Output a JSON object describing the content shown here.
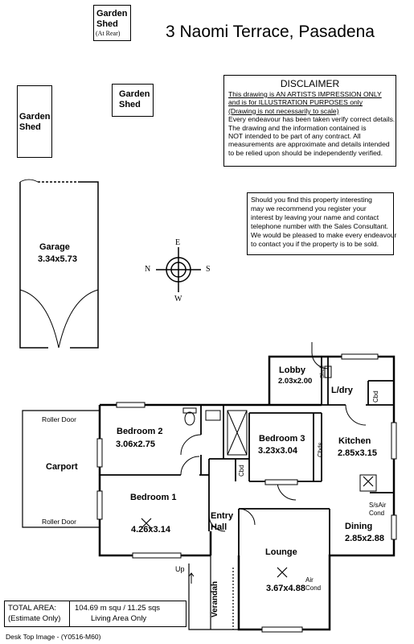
{
  "title": "3 Naomi Terrace, Pasadena",
  "sheds": [
    {
      "line1": "Garden",
      "line2": "Shed",
      "note": "(At Rear)"
    },
    {
      "line1": "Garden",
      "line2": "Shed"
    },
    {
      "line1": "Garden",
      "line2": "Shed"
    }
  ],
  "disclaimer": {
    "heading": "DISCLAIMER",
    "lines": [
      "This drawing is AN ARTISTS IMPRESSION ONLY",
      "and is for ILLUSTRATION PURPOSES only",
      "(Drawing is not necessarily to scale)",
      "Every endeavour has been taken verify correct details.",
      "The drawing and the information contained is",
      "NOT intended to be part of any contract.  All",
      "measurements are approximate and details intended",
      "to be relied upon should be independently verified."
    ]
  },
  "info": {
    "lines": [
      "Should you find this property interesting",
      "may we recommend you register your",
      "interest by leaving your name and contact",
      "telephone number with the Sales Consultant.",
      "We would be pleased to make every endeavour",
      "to contact you if the property is to be sold."
    ]
  },
  "compass": {
    "north": "N",
    "south": "S",
    "east": "E",
    "west": "W"
  },
  "rooms": {
    "garage": {
      "name": "Garage",
      "dims": "3.34x5.73"
    },
    "lobby": {
      "name": "Lobby",
      "dims": "2.03x2.00"
    },
    "ldry": {
      "name": "L/dry"
    },
    "shelf": {
      "name": "Shelf"
    },
    "cbd_ldry": {
      "name": "Cbd"
    },
    "bedroom2": {
      "name": "Bedroom 2",
      "dims": "3.06x2.75"
    },
    "bedroom3": {
      "name": "Bedroom 3",
      "dims": "3.23x3.04"
    },
    "cbds": {
      "name": "Cbds"
    },
    "kitchen": {
      "name": "Kitchen",
      "dims": "2.85x3.15"
    },
    "carport": {
      "name": "Carport"
    },
    "roller_top": {
      "name": "Roller Door"
    },
    "roller_bottom": {
      "name": "Roller Door"
    },
    "bedroom1": {
      "name": "Bedroom 1",
      "dims": "4.26x3.14"
    },
    "cbd_bed": {
      "name": "Cbd"
    },
    "entry": {
      "line1": "Entry",
      "line2": "Hall"
    },
    "ss_air": {
      "line1": "S/sAir",
      "line2": "Cond"
    },
    "dining": {
      "name": "Dining",
      "dims": "2.85x2.88"
    },
    "lounge": {
      "name": "Lounge",
      "dims": "3.67x4.88"
    },
    "air_cond": {
      "line1": "Air",
      "line2": "Cond"
    },
    "up": {
      "name": "Up"
    },
    "verandah": {
      "name": "Verandah"
    }
  },
  "area": {
    "label1": "TOTAL AREA:",
    "label2": "(Estimate Only)",
    "value1": "104.69 m squ /  11.25 sqs",
    "value2": "Living Area Only"
  },
  "footer": "Desk Top Image -  (Y0516-M60)"
}
